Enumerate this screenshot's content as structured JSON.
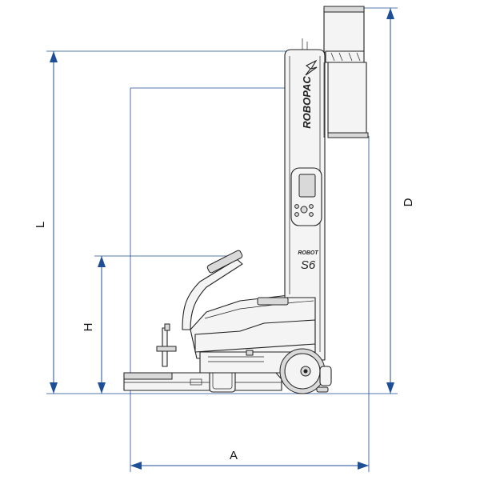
{
  "dimensions": {
    "L": "L",
    "H": "H",
    "D": "D",
    "A": "A"
  },
  "machine": {
    "brand": "ROBOPAC",
    "model_prefix": "ROBOT",
    "model": "S6"
  },
  "colors": {
    "dimension_line": "#1f4e99",
    "outline": "#222222"
  }
}
